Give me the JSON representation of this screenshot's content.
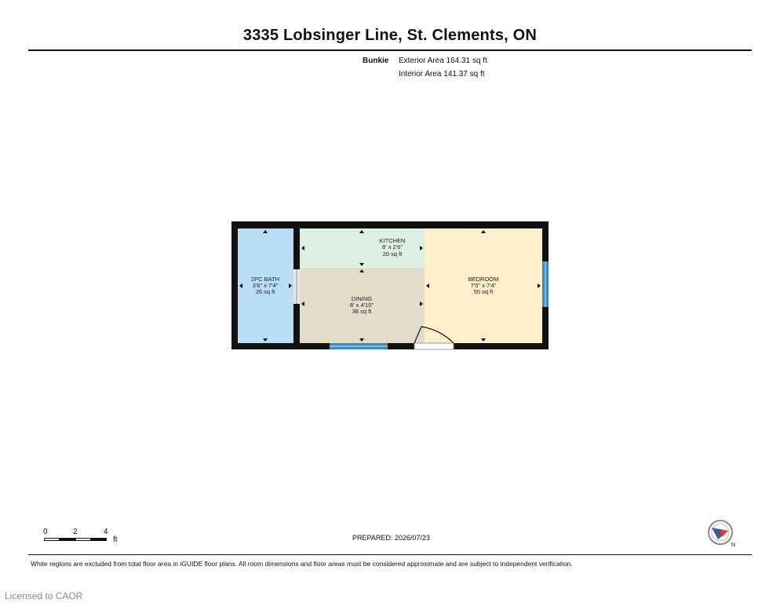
{
  "header": {
    "address": "3335 Lobsinger Line, St. Clements, ON"
  },
  "summary": {
    "building": "Bunkie",
    "exterior": "Exterior Area 164.31 sq ft",
    "interior": "Interior Area 141.37 sq ft"
  },
  "rooms": [
    {
      "name": "2PC BATH",
      "dims": "3'6\" x 7'4\"",
      "area": "26 sq ft",
      "color": "#b9dcf7"
    },
    {
      "name": "KITCHEN",
      "dims": "8' x 2'6\"",
      "area": "20 sq ft",
      "color": "#e0efe3"
    },
    {
      "name": "DINING",
      "dims": "8' x 4'10\"",
      "area": "38 sq ft",
      "color": "#e4dbc8"
    },
    {
      "name": "BEDROOM",
      "dims": "7'5\" x 7'4\"",
      "area": "55 sq ft",
      "color": "#fdefcc"
    }
  ],
  "scale": {
    "ticks": [
      "0",
      "2",
      "4"
    ],
    "unit": "ft"
  },
  "footer": {
    "prepared": "PREPARED: 2026/07/23",
    "disclaimer": "White regions are excluded from total floor area in iGUIDE floor plans. All room dimensions and floor areas must be considered approximate and are subject to independent verification.",
    "license": "Licensed to CAOR",
    "compass_label": "N"
  },
  "colors": {
    "wall": "#111111",
    "window": "#3a8cc4",
    "compass_accent": "#e23a3a"
  }
}
